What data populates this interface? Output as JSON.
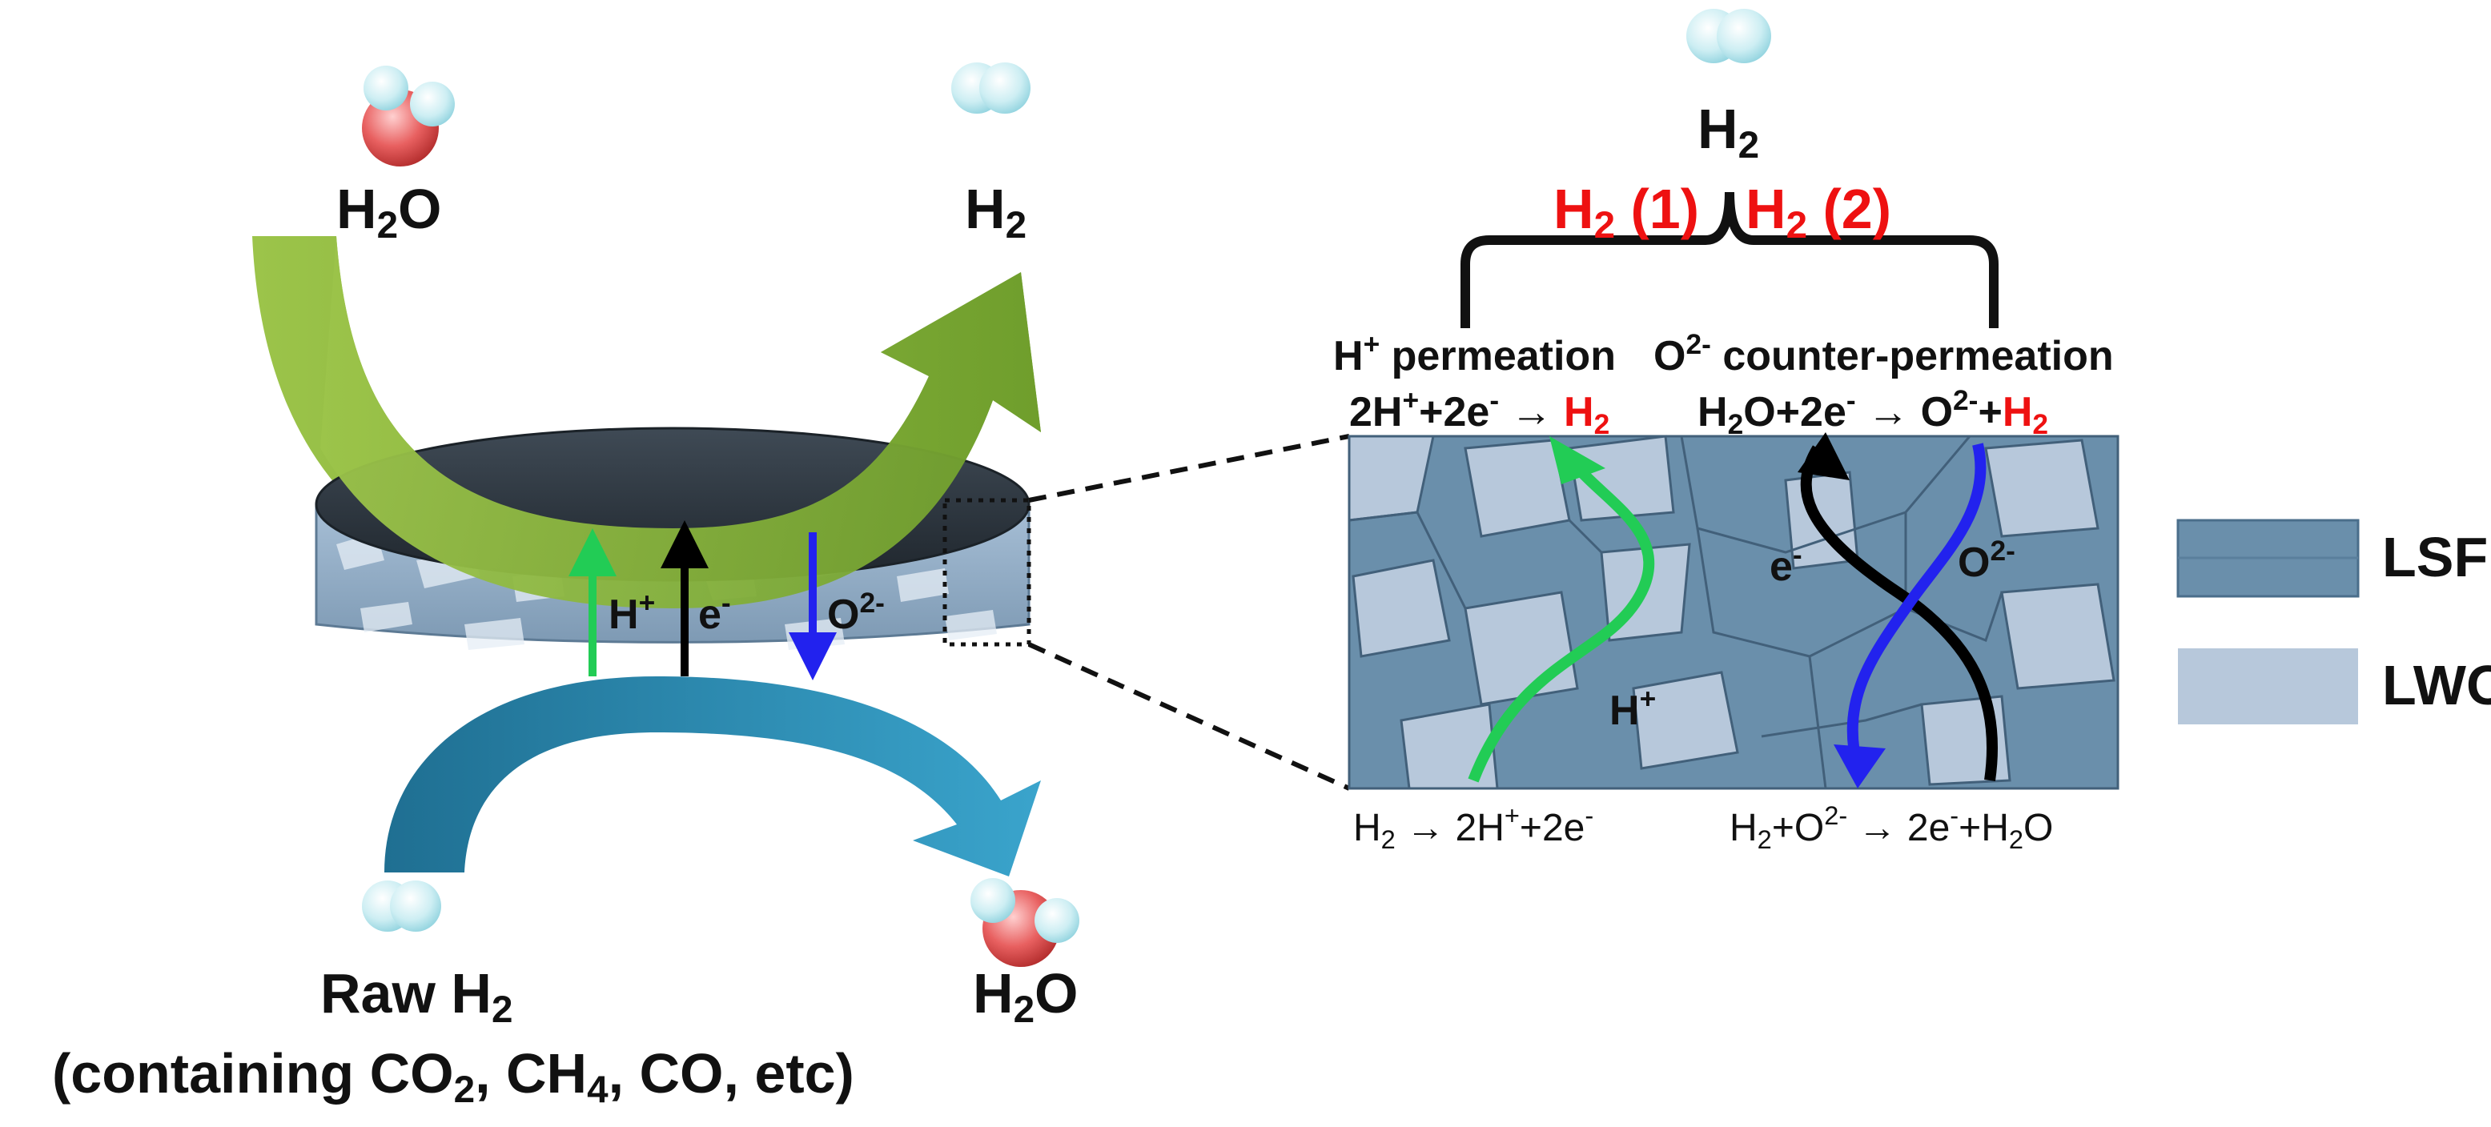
{
  "left": {
    "top_feed_label": "H2O",
    "top_product_label": "H2",
    "bottom_feed_label_line1": "Raw H2",
    "bottom_feed_label_line2": "(containing CO2, CH4, CO, etc)",
    "bottom_product_label": "H2O",
    "arrow_h_plus": "H+",
    "arrow_e_minus": "e-",
    "arrow_o2_minus": "O2-"
  },
  "right": {
    "top_label": "H2",
    "branch1_label": "H2 (1)",
    "branch2_label": "H2 (2)",
    "mech1_title": "H+ permeation",
    "mech1_eq": "2H+ +2e- → H2",
    "mech2_title": "O2- counter-permeation",
    "mech2_eq": "H2O+2e- → O2- +H2",
    "bottom_left_eq": "H2 → 2H+ +2e-",
    "bottom_right_eq": "H2+O2- → 2e- +H2O",
    "inset_h_plus": "H+",
    "inset_e_minus": "e-",
    "inset_o2_minus": "O2-"
  },
  "legend": [
    {
      "label": "LSF",
      "color": "#6a8fab"
    },
    {
      "label": "LWO",
      "color": "#b7c8db"
    }
  ],
  "colors": {
    "green_arrow": "#8bb43c",
    "blue_arrow": "#2d89ad",
    "proton_path": "#22cc55",
    "oxide_path": "#2222ee",
    "electron_path": "#000000",
    "highlight": "#ee1111"
  }
}
